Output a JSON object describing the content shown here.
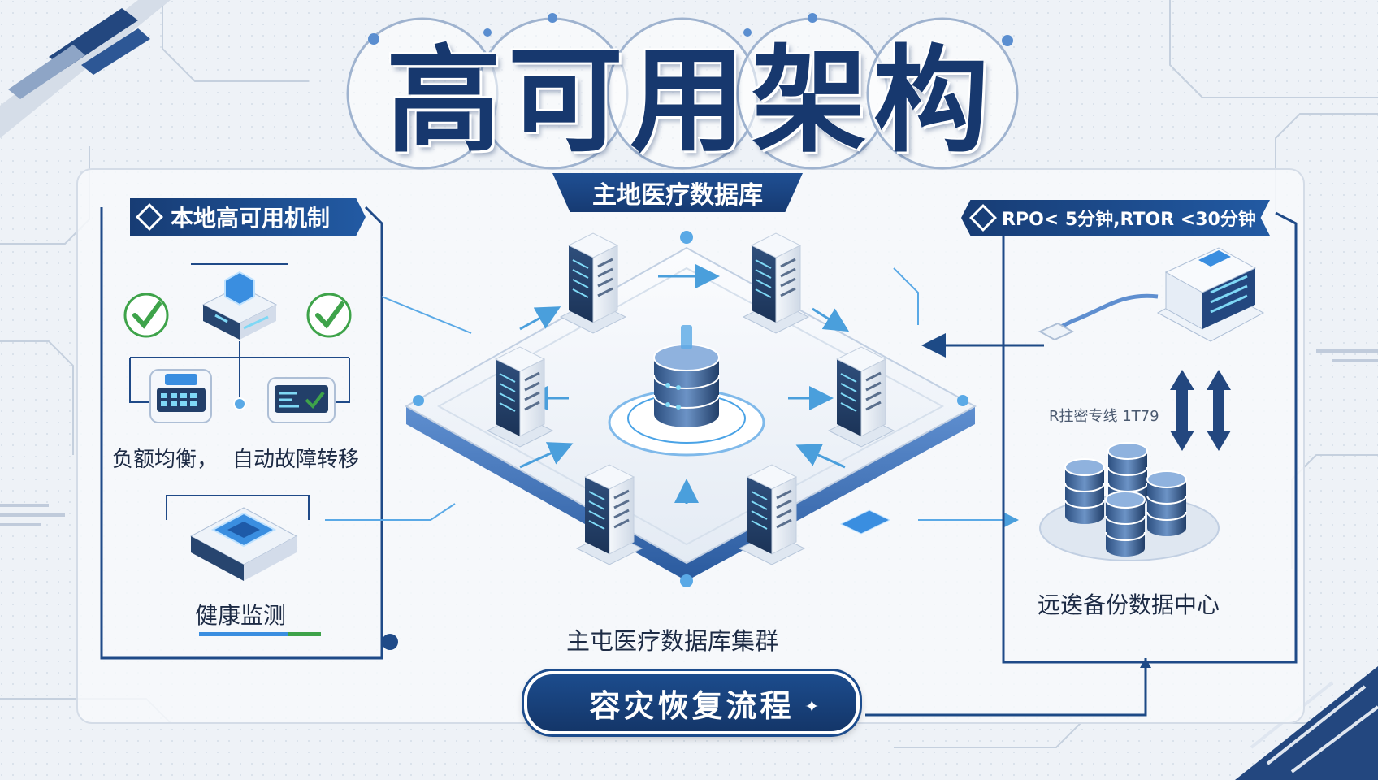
{
  "title": "高可用架构",
  "subtitle": "主地医疗数据库",
  "left_panel": {
    "header": "本地高可用机制",
    "caption_lb": "负额均衡，",
    "caption_failover": "自动故障转移",
    "caption_health": "健康监测"
  },
  "center": {
    "caption": "主屯医疗数据库集群"
  },
  "right_panel": {
    "header": "RPO< 5分钟,RTOR <30分钟",
    "link_label": "R拄密专线 1T79",
    "caption": "远逘备份数据中心"
  },
  "bottom": {
    "button": "容灾恢复流程"
  },
  "colors": {
    "navy": "#17386e",
    "accent_blue": "#2a6bc0",
    "light_blue": "#5aa9e6",
    "check_green": "#3ea34a",
    "screen_cyan": "#7fd8f5"
  }
}
